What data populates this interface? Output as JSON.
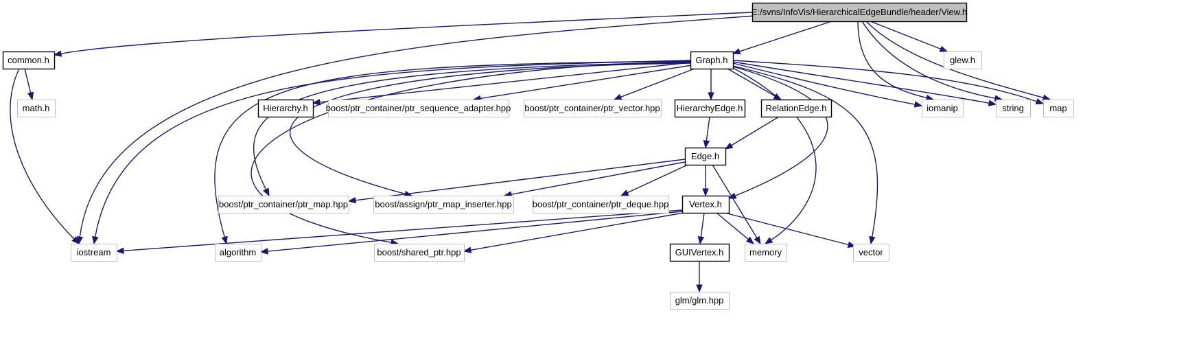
{
  "diagram": {
    "colors": {
      "edge": "#191970",
      "root_fill": "#c0c0c0",
      "documented_border": "#000000",
      "external_border": "#c0c0c0",
      "node_fill": "#ffffff"
    },
    "nodes": [
      {
        "id": "view_h",
        "label": "E:/svns/InfoVis/HierarchicalEdgeBundle/header/View.h",
        "kind": "root"
      },
      {
        "id": "common_h",
        "label": "common.h",
        "kind": "documented"
      },
      {
        "id": "graph_h",
        "label": "Graph.h",
        "kind": "documented"
      },
      {
        "id": "glew_h",
        "label": "glew.h",
        "kind": "external"
      },
      {
        "id": "math_h",
        "label": "math.h",
        "kind": "external"
      },
      {
        "id": "hierarchy_h",
        "label": "Hierarchy.h",
        "kind": "documented"
      },
      {
        "id": "ptr_sequence_adapter",
        "label": "boost/ptr_container/ptr_sequence_adapter.hpp",
        "kind": "external"
      },
      {
        "id": "ptr_vector",
        "label": "boost/ptr_container/ptr_vector.hpp",
        "kind": "external"
      },
      {
        "id": "hierarchyedge_h",
        "label": "HierarchyEdge.h",
        "kind": "documented"
      },
      {
        "id": "relationedge_h",
        "label": "RelationEdge.h",
        "kind": "documented"
      },
      {
        "id": "iomanip",
        "label": "iomanip",
        "kind": "external"
      },
      {
        "id": "string",
        "label": "string",
        "kind": "external"
      },
      {
        "id": "map",
        "label": "map",
        "kind": "external"
      },
      {
        "id": "edge_h",
        "label": "Edge.h",
        "kind": "documented"
      },
      {
        "id": "ptr_map",
        "label": "boost/ptr_container/ptr_map.hpp",
        "kind": "external"
      },
      {
        "id": "ptr_map_inserter",
        "label": "boost/assign/ptr_map_inserter.hpp",
        "kind": "external"
      },
      {
        "id": "ptr_deque",
        "label": "boost/ptr_container/ptr_deque.hpp",
        "kind": "external"
      },
      {
        "id": "vertex_h",
        "label": "Vertex.h",
        "kind": "documented"
      },
      {
        "id": "iostream",
        "label": "iostream",
        "kind": "external"
      },
      {
        "id": "algorithm",
        "label": "algorithm",
        "kind": "external"
      },
      {
        "id": "shared_ptr",
        "label": "boost/shared_ptr.hpp",
        "kind": "external"
      },
      {
        "id": "guivertex_h",
        "label": "GUIVertex.h",
        "kind": "documented"
      },
      {
        "id": "memory",
        "label": "memory",
        "kind": "external"
      },
      {
        "id": "vector",
        "label": "vector",
        "kind": "external"
      },
      {
        "id": "glm_hpp",
        "label": "glm/glm.hpp",
        "kind": "external"
      }
    ],
    "edges": [
      {
        "from": "view_h",
        "to": "common_h"
      },
      {
        "from": "view_h",
        "to": "iostream"
      },
      {
        "from": "view_h",
        "to": "graph_h"
      },
      {
        "from": "view_h",
        "to": "glew_h"
      },
      {
        "from": "view_h",
        "to": "iomanip"
      },
      {
        "from": "view_h",
        "to": "string"
      },
      {
        "from": "view_h",
        "to": "map"
      },
      {
        "from": "common_h",
        "to": "math_h"
      },
      {
        "from": "common_h",
        "to": "iostream"
      },
      {
        "from": "graph_h",
        "to": "hierarchy_h"
      },
      {
        "from": "graph_h",
        "to": "ptr_sequence_adapter"
      },
      {
        "from": "graph_h",
        "to": "ptr_vector"
      },
      {
        "from": "graph_h",
        "to": "hierarchyedge_h"
      },
      {
        "from": "graph_h",
        "to": "relationedge_h"
      },
      {
        "from": "graph_h",
        "to": "iomanip"
      },
      {
        "from": "graph_h",
        "to": "string"
      },
      {
        "from": "graph_h",
        "to": "map"
      },
      {
        "from": "graph_h",
        "to": "iostream"
      },
      {
        "from": "graph_h",
        "to": "algorithm"
      },
      {
        "from": "graph_h",
        "to": "shared_ptr"
      },
      {
        "from": "graph_h",
        "to": "ptr_map"
      },
      {
        "from": "graph_h",
        "to": "ptr_map_inserter"
      },
      {
        "from": "graph_h",
        "to": "vertex_h"
      },
      {
        "from": "graph_h",
        "to": "memory"
      },
      {
        "from": "graph_h",
        "to": "vector"
      },
      {
        "from": "hierarchyedge_h",
        "to": "edge_h"
      },
      {
        "from": "relationedge_h",
        "to": "edge_h"
      },
      {
        "from": "edge_h",
        "to": "ptr_map"
      },
      {
        "from": "edge_h",
        "to": "ptr_map_inserter"
      },
      {
        "from": "edge_h",
        "to": "ptr_deque"
      },
      {
        "from": "edge_h",
        "to": "vertex_h"
      },
      {
        "from": "edge_h",
        "to": "memory"
      },
      {
        "from": "vertex_h",
        "to": "iostream"
      },
      {
        "from": "vertex_h",
        "to": "algorithm"
      },
      {
        "from": "vertex_h",
        "to": "shared_ptr"
      },
      {
        "from": "vertex_h",
        "to": "guivertex_h"
      },
      {
        "from": "vertex_h",
        "to": "memory"
      },
      {
        "from": "vertex_h",
        "to": "vector"
      },
      {
        "from": "guivertex_h",
        "to": "glm_hpp"
      }
    ]
  }
}
